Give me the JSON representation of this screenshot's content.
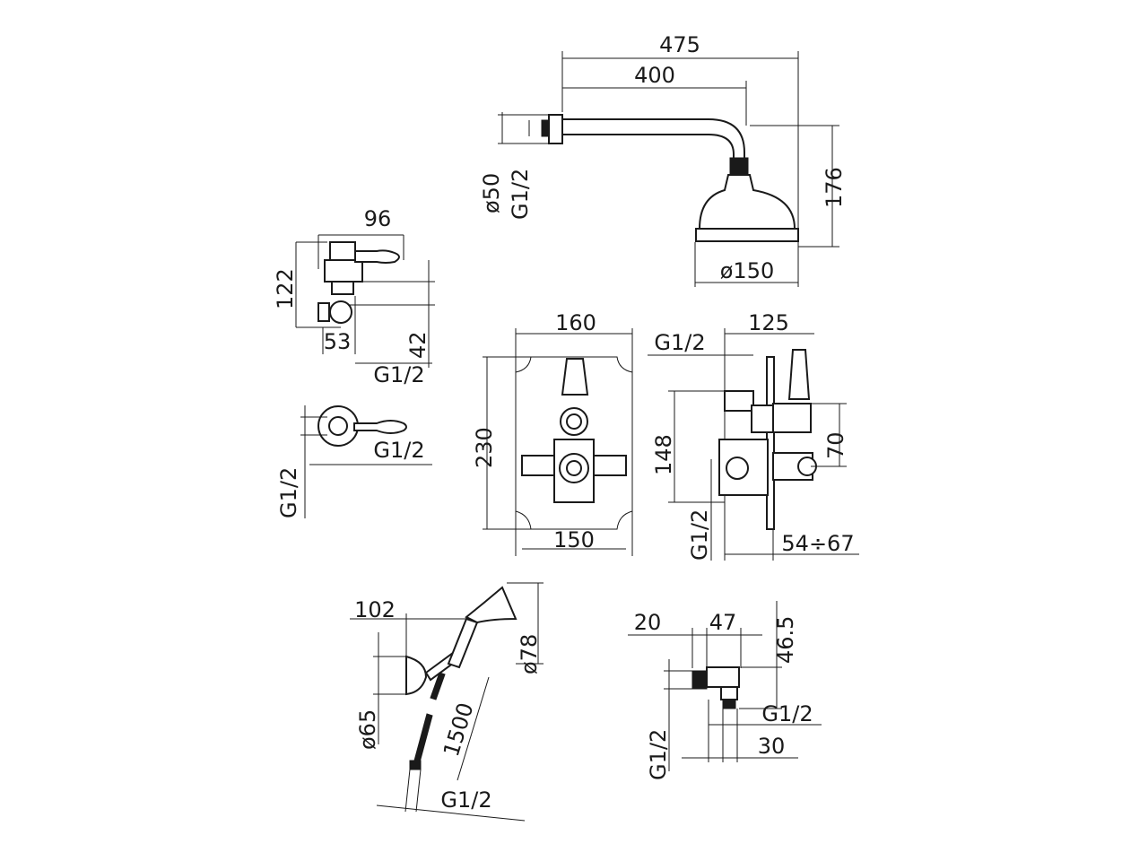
{
  "shower_head": {
    "overall_length": "475",
    "arm_length": "400",
    "flange_diameter": "ø50",
    "thread": "G1/2",
    "height": "176",
    "head_diameter": "ø150"
  },
  "diverter_valve": {
    "width": "96",
    "height": "122",
    "depth": "53",
    "body": "42",
    "thread": "G1/2",
    "front_thread_right": "G1/2",
    "front_thread_left": "G1/2"
  },
  "thermostatic_mixer_front": {
    "width": "160",
    "height": "230",
    "body_width": "150"
  },
  "thermostatic_mixer_side": {
    "thread_top": "G1/2",
    "depth": "125",
    "height": "148",
    "spacing": "70",
    "thread_bottom": "G1/2",
    "adjustment": "54÷67"
  },
  "hand_shower": {
    "reach": "102",
    "head_diameter": "ø78",
    "holder_diameter": "ø65",
    "hose_length": "1500",
    "thread": "G1/2"
  },
  "wall_outlet": {
    "width_a": "20",
    "width_b": "47",
    "height": "46.5",
    "thread_side": "G1/2",
    "depth": "30",
    "thread_back": "G1/2"
  }
}
